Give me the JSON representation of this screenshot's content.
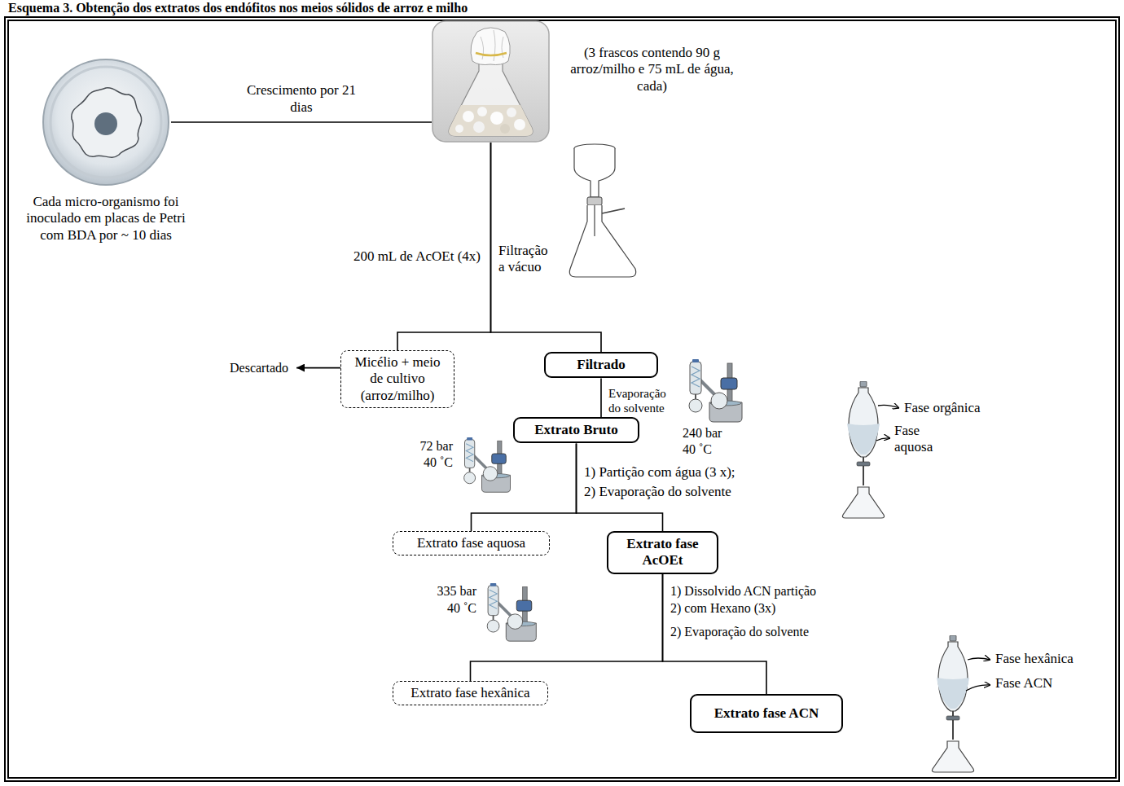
{
  "diagram": {
    "title": "Esquema 3. Obtenção dos extratos dos endófitos nos meios sólidos de arroz e milho",
    "nodes": [
      {
        "text": [
          "Cada micro-organismo foi inoculado em placas de Petri com BDA por ~ 10 dias"
        ]
      },
      {
        "text": [
          "(3 frascos contendo 90 g arroz/milho e 75 mL de água, cada)"
        ]
      },
      {
        "text": [
          "Descartado"
        ]
      },
      {
        "text": [
          "Micélio + meio de cultivo (arroz/milho)"
        ]
      },
      {
        "text": [
          "Filtrado"
        ]
      },
      {
        "text": [
          "Extrato Bruto"
        ]
      },
      {
        "text": [
          "Extrato fase aquosa"
        ]
      },
      {
        "text": [
          "Extrato fase AcOEt"
        ]
      },
      {
        "text": [
          "Extrato fase hexânica"
        ]
      },
      {
        "text": [
          "Extrato fase ACN"
        ]
      }
    ],
    "edges": [
      {
        "from": 0,
        "to": 1,
        "arrow": "none",
        "label": "Crescimento por 21 dias"
      },
      {
        "from": 1,
        "to": 3,
        "arrow": "none"
      },
      {
        "from": 1,
        "to": 4,
        "arrow": "none"
      },
      {
        "from": 3,
        "to": 2,
        "arrow": "to"
      },
      {
        "from": 4,
        "to": 5,
        "arrow": "none"
      },
      {
        "from": 5,
        "to": 6,
        "arrow": "none"
      },
      {
        "from": 5,
        "to": 7,
        "arrow": "none"
      },
      {
        "from": 7,
        "to": 8,
        "arrow": "none"
      },
      {
        "from": 7,
        "to": 9,
        "arrow": "none"
      }
    ],
    "labels": [
      "200 mL de AcOEt (4x)",
      "Filtração a vácuo",
      "Evaporação do solvente",
      "240 bar",
      "40 ˚C",
      "1) Partição com água (3 x);",
      "2) Evaporação do solvente",
      "72 bar",
      "40 ˚C",
      "1) Dissolvido ACN partição",
      "2) com Hexano (3x)",
      "2) Evaporação do solvente",
      "335 bar",
      "40 ˚C",
      "Fase orgânica",
      "Fase aquosa",
      "Fase hexânica",
      "Fase ACN"
    ]
  }
}
